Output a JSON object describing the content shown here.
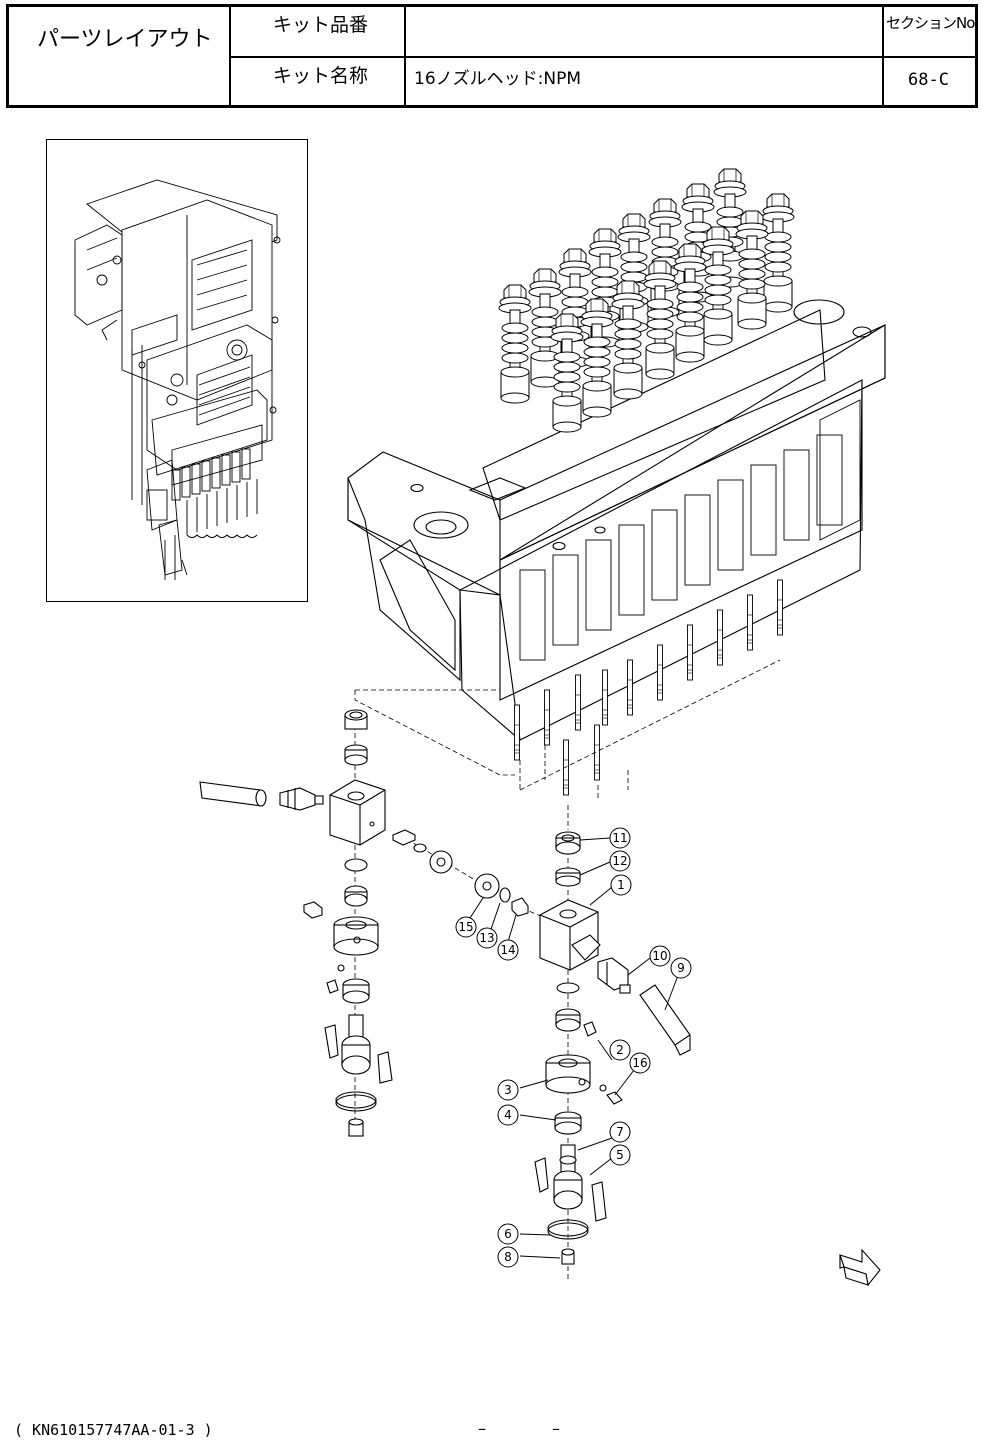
{
  "title_block": {
    "layout_title": "パーツレイアウト",
    "kit_number_label": "キット品番",
    "kit_number_value": "",
    "kit_name_label": "キット名称",
    "kit_name_value": "16ノズルヘッド:NPM",
    "section_label": "セクションNo.",
    "section_value": "68-C"
  },
  "callouts": [
    "1",
    "2",
    "3",
    "4",
    "5",
    "6",
    "7",
    "8",
    "9",
    "10",
    "11",
    "12",
    "13",
    "14",
    "15",
    "16"
  ],
  "footer": {
    "doc_code": "( KN610157747AA-01-3 )",
    "page_marks": [
      "–",
      "–"
    ]
  }
}
